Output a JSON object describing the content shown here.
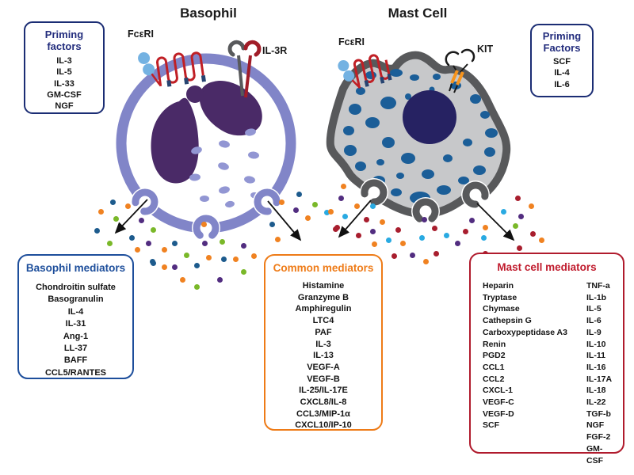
{
  "titles": {
    "basophil": "Basophil",
    "mast": "Mast Cell"
  },
  "receptor_labels": {
    "fceri_basophil": "FcεRI",
    "il3r": "IL-3R",
    "fceri_mast": "FcεRI",
    "kit": "KIT"
  },
  "priming_left": {
    "title": "Priming factors",
    "items": [
      "IL-3",
      "IL-5",
      "IL-33",
      "GM-CSF",
      "NGF"
    ]
  },
  "priming_right": {
    "title": "Priming Factors",
    "items": [
      "SCF",
      "IL-4",
      "IL-6"
    ]
  },
  "basophil_mediators": {
    "title": "Basophil mediators",
    "items": [
      "Chondroitin sulfate",
      "Basogranulin",
      "IL-4",
      "IL-31",
      "Ang-1",
      "LL-37",
      "BAFF",
      "CCL5/RANTES"
    ]
  },
  "common_mediators": {
    "title": "Common mediators",
    "items": [
      "Histamine",
      "Granzyme B",
      "Amphiregulin",
      "LTC4",
      "PAF",
      "IL-3",
      "IL-13",
      "VEGF-A",
      "VEGF-B",
      "IL-25/IL-17E",
      "CXCL8/IL-8",
      "CCL3/MIP-1α",
      "CXCL10/IP-10"
    ]
  },
  "mast_mediators": {
    "title": "Mast cell mediators",
    "col1": [
      "Heparin",
      "Tryptase",
      "Chymase",
      "Cathepsin G",
      "Carboxypeptidase A3",
      "Renin",
      "PGD2",
      "CCL1",
      "CCL2",
      "CXCL-1",
      "VEGF-C",
      "VEGF-D",
      "SCF"
    ],
    "col2": [
      "TNF-a",
      "IL-1b",
      "IL-5",
      "IL-6",
      "IL-9",
      "IL-10",
      "IL-11",
      "IL-16",
      "IL-17A",
      "IL-18",
      "IL-22",
      "TGF-b",
      "NGF",
      "FGF-2",
      "GM-CSF"
    ]
  },
  "colors": {
    "priming_navy": "#1b2d74",
    "basophil_blue": "#1d4e9b",
    "common_orange": "#ee7b17",
    "mast_red": "#b01b2d",
    "basophil_membrane": "#8185c8",
    "basophil_granule": "#9296d3",
    "basophil_nucleus": "#4a2a67",
    "mast_outline": "#58595b",
    "mast_cytoplasm": "#c7c8ca",
    "mast_granule_blue": "#1b5e98",
    "mast_nucleus": "#262262",
    "fceri_red": "#c01f25",
    "ige_blue": "#74b2e2",
    "kit_orange": "#f7941d",
    "dots": {
      "orange": "#f08221",
      "green": "#7ab829",
      "navy": "#1d5b8d",
      "purple": "#522d80",
      "darkred": "#a81e2e",
      "cyan": "#29aae2"
    }
  },
  "particles": [
    [
      142,
      255,
      "navy"
    ],
    [
      161,
      260,
      "orange"
    ],
    [
      127,
      267,
      "orange"
    ],
    [
      146,
      276,
      "green"
    ],
    [
      178,
      278,
      "purple"
    ],
    [
      122,
      291,
      "navy"
    ],
    [
      193,
      290,
      "green"
    ],
    [
      166,
      300,
      "navy"
    ],
    [
      138,
      307,
      "green"
    ],
    [
      173,
      315,
      "orange"
    ],
    [
      192,
      330,
      "navy"
    ],
    [
      187,
      307,
      "purple"
    ],
    [
      207,
      315,
      "orange"
    ],
    [
      220,
      307,
      "navy"
    ],
    [
      193,
      332,
      "navy"
    ],
    [
      207,
      337,
      "orange"
    ],
    [
      220,
      337,
      "purple"
    ],
    [
      235,
      322,
      "green"
    ],
    [
      230,
      353,
      "orange"
    ],
    [
      248,
      335,
      "navy"
    ],
    [
      248,
      362,
      "green"
    ],
    [
      263,
      325,
      "orange"
    ],
    [
      258,
      307,
      "purple"
    ],
    [
      280,
      305,
      "green"
    ],
    [
      282,
      327,
      "navy"
    ],
    [
      297,
      327,
      "orange"
    ],
    [
      307,
      310,
      "purple"
    ],
    [
      320,
      323,
      "orange"
    ],
    [
      277,
      353,
      "purple"
    ],
    [
      307,
      343,
      "green"
    ],
    [
      257,
      283,
      "orange"
    ],
    [
      343,
      283,
      "navy"
    ],
    [
      350,
      302,
      "orange"
    ],
    [
      355,
      255,
      "orange"
    ],
    [
      373,
      265,
      "purple"
    ],
    [
      377,
      245,
      "navy"
    ],
    [
      388,
      275,
      "orange"
    ],
    [
      397,
      258,
      "green"
    ],
    [
      412,
      268,
      "cyan"
    ],
    [
      425,
      287,
      "darkred"
    ],
    [
      430,
      250,
      "purple"
    ],
    [
      433,
      235,
      "orange"
    ],
    [
      417,
      267,
      "orange"
    ],
    [
      450,
      260,
      "orange"
    ],
    [
      470,
      260,
      "cyan"
    ],
    [
      435,
      273,
      "cyan"
    ],
    [
      462,
      277,
      "darkred"
    ],
    [
      423,
      289,
      "darkred"
    ],
    [
      452,
      297,
      "darkred"
    ],
    [
      470,
      292,
      "purple"
    ],
    [
      482,
      280,
      "orange"
    ],
    [
      502,
      290,
      "darkred"
    ],
    [
      472,
      308,
      "orange"
    ],
    [
      490,
      303,
      "cyan"
    ],
    [
      497,
      323,
      "darkred"
    ],
    [
      508,
      307,
      "orange"
    ],
    [
      520,
      322,
      "purple"
    ],
    [
      535,
      277,
      "purple"
    ],
    [
      532,
      300,
      "cyan"
    ],
    [
      537,
      330,
      "orange"
    ],
    [
      548,
      288,
      "darkred"
    ],
    [
      550,
      320,
      "darkred"
    ],
    [
      563,
      297,
      "cyan"
    ],
    [
      577,
      307,
      "purple"
    ],
    [
      587,
      292,
      "darkred"
    ],
    [
      595,
      278,
      "purple"
    ],
    [
      612,
      287,
      "orange"
    ],
    [
      610,
      300,
      "cyan"
    ],
    [
      612,
      320,
      "darkred"
    ],
    [
      635,
      267,
      "cyan"
    ],
    [
      653,
      250,
      "darkred"
    ],
    [
      657,
      273,
      "purple"
    ],
    [
      670,
      260,
      "orange"
    ],
    [
      650,
      285,
      "green"
    ],
    [
      672,
      295,
      "darkred"
    ],
    [
      683,
      303,
      "orange"
    ],
    [
      655,
      313,
      "darkred"
    ]
  ]
}
